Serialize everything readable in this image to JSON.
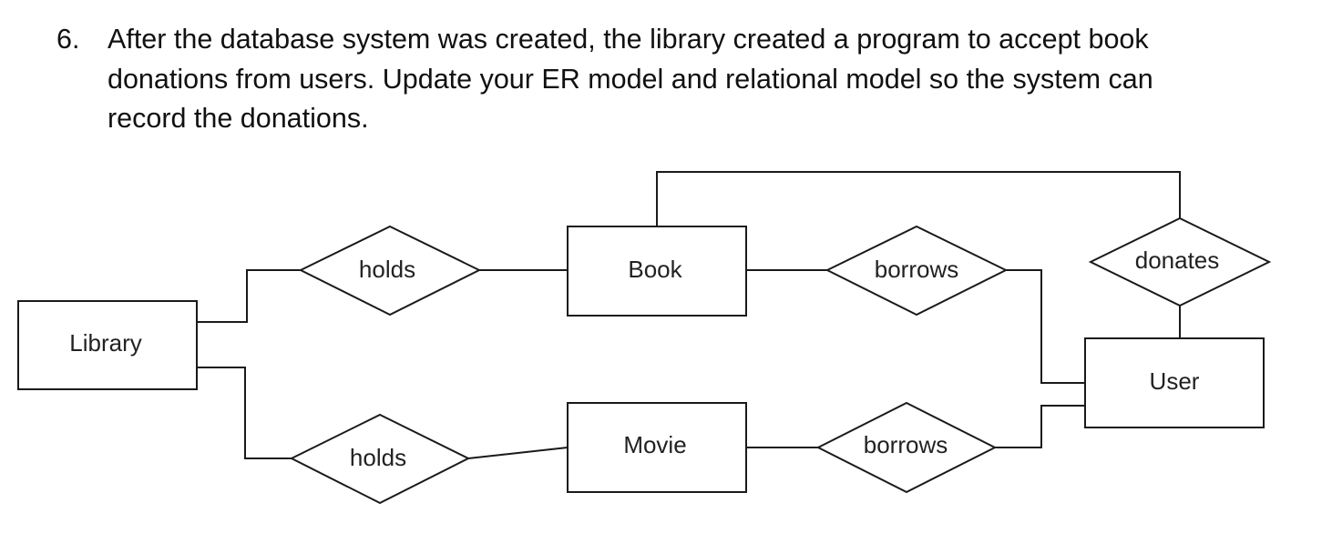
{
  "question": {
    "number": "6.",
    "lines": [
      "After the database system was created, the library created a program to accept book",
      "donations from users. Update your ER model and relational model so the system can",
      "record the donations."
    ]
  },
  "diagram": {
    "entities": {
      "library": "Library",
      "book": "Book",
      "movie": "Movie",
      "user": "User"
    },
    "relationships": {
      "holds_book": "holds",
      "holds_movie": "holds",
      "borrows_book": "borrows",
      "borrows_movie": "borrows",
      "donates": "donates"
    }
  }
}
